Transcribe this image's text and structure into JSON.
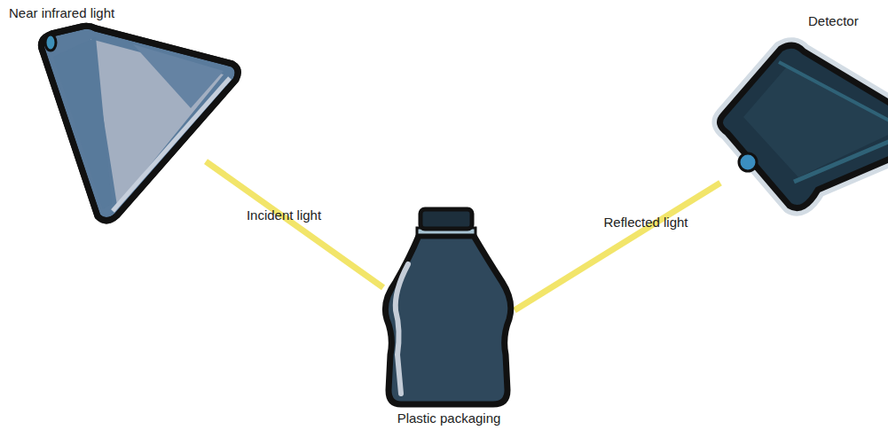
{
  "diagram": {
    "nodes": [
      {
        "text": [
          "Near infrared light"
        ]
      },
      {
        "text": [
          "Detector"
        ]
      },
      {
        "text": [
          "Plastic packaging"
        ]
      }
    ],
    "edges": [
      {
        "from": 0,
        "to": 2,
        "arrow": "none",
        "label": "Incident light"
      },
      {
        "from": 2,
        "to": 1,
        "arrow": "none",
        "label": "Reflected light"
      }
    ]
  }
}
